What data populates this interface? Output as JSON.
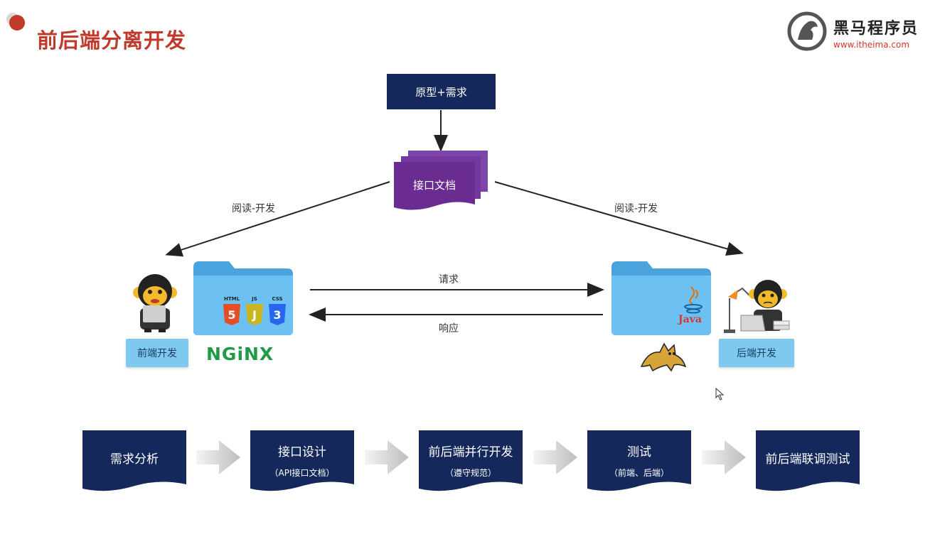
{
  "header": {
    "title": "前后端分离开发",
    "logo_cn": "黑马程序员",
    "logo_url": "www.itheima.com"
  },
  "diagram": {
    "requirement_box": "原型+需求",
    "api_doc_box": "接口文档",
    "left_arrow_label": "阅读-开发",
    "right_arrow_label": "阅读-开发",
    "request_label": "请求",
    "response_label": "响应",
    "frontend_tag": "前端开发",
    "backend_tag": "后端开发",
    "nginx_label": "NGiNX",
    "html_badge": "HTML",
    "js_badge": "JS",
    "css_badge": "CSS",
    "java_label": "Java"
  },
  "process": [
    {
      "main": "需求分析",
      "sub": ""
    },
    {
      "main": "接口设计",
      "sub": "（API接口文档）"
    },
    {
      "main": "前后端并行开发",
      "sub": "（遵守规范）"
    },
    {
      "main": "测试",
      "sub": "（前端、后端）"
    },
    {
      "main": "前后端联调测试",
      "sub": ""
    }
  ],
  "colors": {
    "navy": "#14285b",
    "purple": "#6a2c91",
    "tag_blue": "#7ec9ef",
    "folder_blue": "#5ab4ec",
    "title_red": "#c0392b"
  }
}
